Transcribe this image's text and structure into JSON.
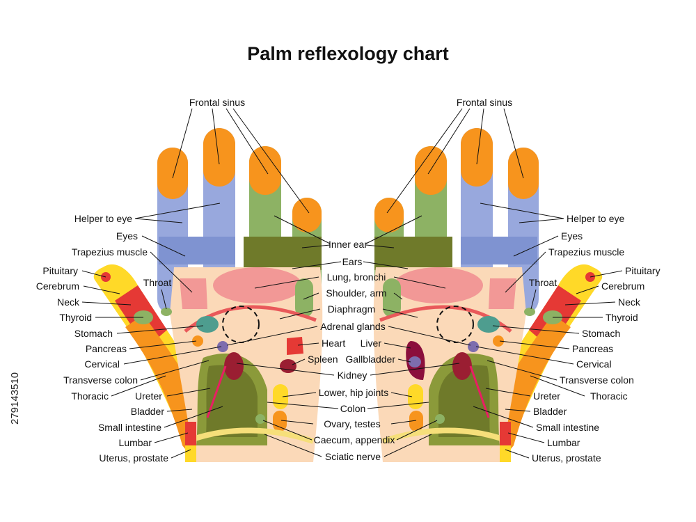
{
  "title": "Palm reflexology chart",
  "watermark": "279143510",
  "colors": {
    "skin": "#fbd9b8",
    "orange": "#f7941d",
    "blue": "#98a8dd",
    "blue_dark": "#7f93d1",
    "green": "#8db264",
    "olive": "#6f7a2a",
    "olive_light": "#8b9a3a",
    "pink": "#f29896",
    "red": "#e53935",
    "yellow": "#ffd928",
    "teal": "#4e9d8f",
    "maroon": "#9a1e32",
    "purple": "#7d6dae",
    "wine": "#8b0f3c"
  },
  "labels": {
    "frontal_sinus": "Frontal sinus",
    "helper_to_eye": "Helper to eye",
    "eyes": "Eyes",
    "trapezius_muscle": "Trapezius muscle",
    "pituitary": "Pituitary",
    "cerebrum": "Cerebrum",
    "throat": "Throat",
    "neck": "Neck",
    "thyroid": "Thyroid",
    "stomach": "Stomach",
    "pancreas": "Pancreas",
    "cervical": "Cervical",
    "transverse_colon": "Transverse colon",
    "thoracic": "Thoracic",
    "ureter": "Ureter",
    "bladder": "Bladder",
    "small_intestine": "Small intestine",
    "lumbar": "Lumbar",
    "uterus_prostate": "Uterus, prostate",
    "inner_ear": "Inner ear",
    "ears": "Ears",
    "lung_bronchi": "Lung, bronchi",
    "shoulder_arm": "Shoulder, arm",
    "diaphragm": "Diaphragm",
    "adrenal_glands": "Adrenal glands",
    "heart": "Heart",
    "spleen": "Spleen",
    "liver": "Liver",
    "gallbladder": "Gallbladder",
    "kidney": "Kidney",
    "lower_hip_joints": "Lower, hip joints",
    "colon": "Colon",
    "ovary_testes": "Ovary, testes",
    "caecum_appendix": "Caecum, appendix",
    "sciatic_nerve": "Sciatic nerve"
  }
}
